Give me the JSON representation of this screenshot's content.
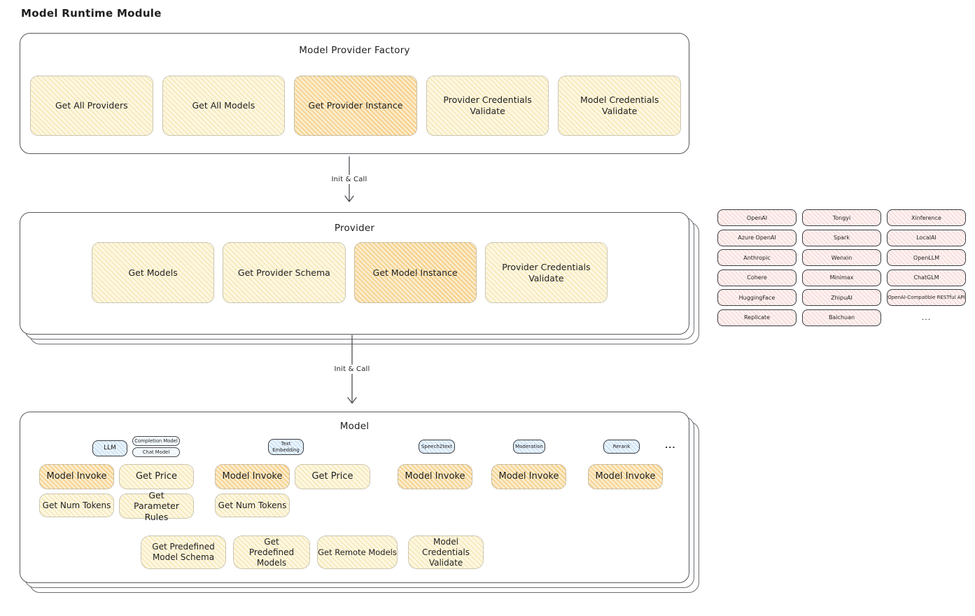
{
  "title": "Model Runtime Module",
  "arrows": {
    "top": "Init & Call",
    "bottom": "Init & Call"
  },
  "factory": {
    "title": "Model Provider Factory",
    "buttons": [
      {
        "label": "Get All Providers",
        "variant": "yellow"
      },
      {
        "label": "Get All Models",
        "variant": "yellow"
      },
      {
        "label": "Get Provider Instance",
        "variant": "orange"
      },
      {
        "label": "Provider Credentials Validate",
        "variant": "yellow"
      },
      {
        "label": "Model Credentials Validate",
        "variant": "yellow"
      }
    ]
  },
  "provider": {
    "title": "Provider",
    "buttons": [
      {
        "label": "Get Models",
        "variant": "yellow"
      },
      {
        "label": "Get Provider Schema",
        "variant": "yellow"
      },
      {
        "label": "Get Model Instance",
        "variant": "orange"
      },
      {
        "label": "Provider Credentials Validate",
        "variant": "yellow"
      }
    ]
  },
  "provider_list": {
    "items": [
      "OpenAI",
      "Tongyi",
      "Xinference",
      "Azure OpenAI",
      "Spark",
      "LocalAI",
      "Anthropic",
      "Wenxin",
      "OpenLLM",
      "Cohere",
      "Minimax",
      "ChatGLM",
      "HuggingFace",
      "ZhipuAI",
      "OpenAI-Compatible RESTful API",
      "Replicate",
      "Baichuan"
    ],
    "more": "..."
  },
  "model": {
    "title": "Model",
    "tabs": {
      "llm": "LLM",
      "completion": "Completion Model",
      "chat": "Chat Model",
      "embedding": "Text Embedding",
      "speech2text": "Speech2text",
      "moderation": "Moderation",
      "rerank": "Rerank",
      "more": "..."
    },
    "llm_buttons": [
      {
        "label": "Model Invoke",
        "variant": "orange"
      },
      {
        "label": "Get Price",
        "variant": "yellow"
      },
      {
        "label": "Get Num Tokens",
        "variant": "yellow"
      },
      {
        "label": "Get Parameter Rules",
        "variant": "yellow"
      }
    ],
    "embedding_buttons": [
      {
        "label": "Model Invoke",
        "variant": "orange"
      },
      {
        "label": "Get Price",
        "variant": "yellow"
      },
      {
        "label": "Get Num Tokens",
        "variant": "yellow"
      }
    ],
    "speech2text_buttons": [
      {
        "label": "Model Invoke",
        "variant": "orange"
      }
    ],
    "moderation_buttons": [
      {
        "label": "Model Invoke",
        "variant": "orange"
      }
    ],
    "rerank_buttons": [
      {
        "label": "Model Invoke",
        "variant": "orange"
      }
    ],
    "common_buttons": [
      {
        "label": "Get Predefined Model Schema"
      },
      {
        "label": "Get Predefined Models"
      },
      {
        "label": "Get Remote Models"
      },
      {
        "label": "Model Credentials Validate"
      }
    ]
  },
  "colors": {
    "highlight_fill": "#f2b450",
    "function_fill": "#fdf7e1",
    "provider_chip_fill": "#fdf2f1",
    "model_type_fill": "#eaf3fb",
    "frame_stroke": "#55585e",
    "ink": "#1f1f1f"
  }
}
